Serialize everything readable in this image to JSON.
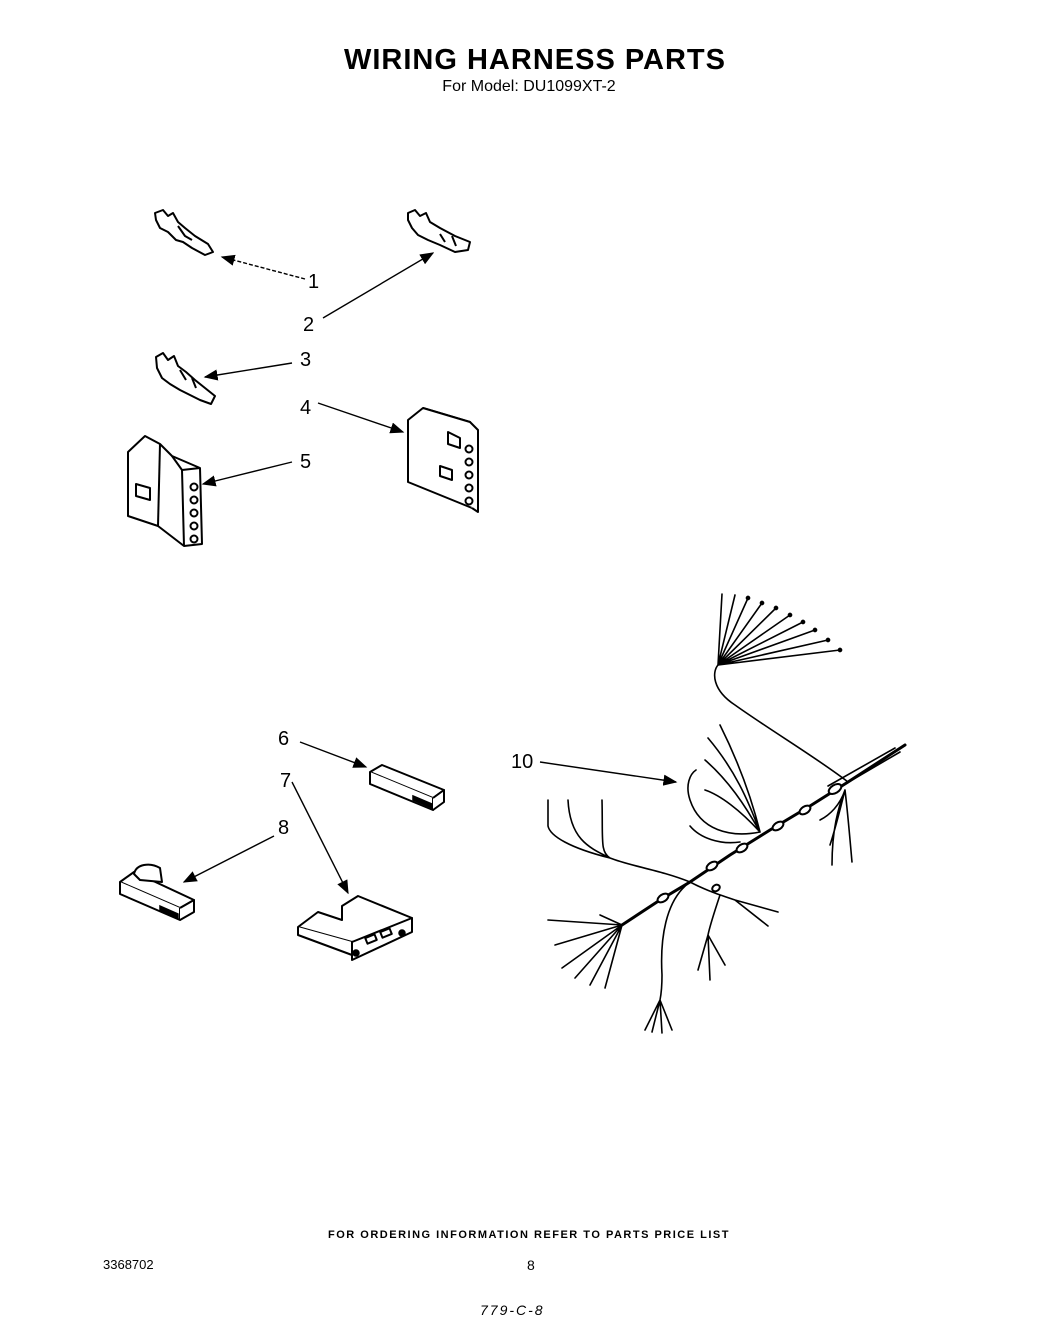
{
  "title": "WIRING HARNESS PARTS",
  "subtitle": "For Model: DU1099XT-2",
  "callouts": [
    "1",
    "2",
    "3",
    "4",
    "5",
    "6",
    "7",
    "8",
    "10"
  ],
  "footer": {
    "ordering_note": "FOR ORDERING INFORMATION REFER TO PARTS PRICE LIST",
    "doc_number": "3368702",
    "page_number": "8",
    "code": "779-C-8"
  }
}
